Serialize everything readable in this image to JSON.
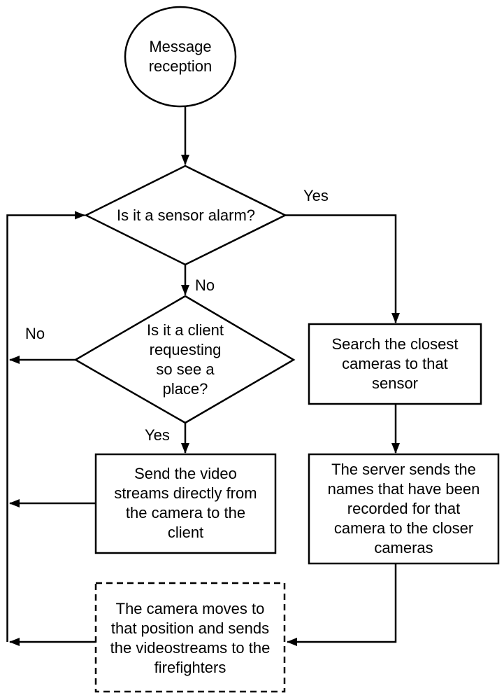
{
  "colors": {
    "line": "#000000",
    "text": "#000000",
    "background": "#ffffff"
  },
  "nodes": {
    "start": {
      "shape": "circle",
      "label": "Message\nreception"
    },
    "sensor_alarm": {
      "shape": "diamond",
      "label": "Is it a sensor alarm?"
    },
    "client_request": {
      "shape": "diamond",
      "label": "Is it a client\nrequesting\nso see a\nplace?"
    },
    "send_video": {
      "shape": "rect",
      "label": "Send the video\nstreams directly from\nthe camera to the\nclient"
    },
    "search_cameras": {
      "shape": "rect",
      "label": "Search the closest\ncameras to that\nsensor"
    },
    "server_sends": {
      "shape": "rect",
      "label": "The server sends the\nnames that have been\nrecorded for that\ncamera to the closer\ncameras"
    },
    "camera_moves": {
      "shape": "rect-dashed",
      "label": "The camera moves to\nthat position and sends\nthe videostreams to the\nfirefighters"
    }
  },
  "edge_labels": {
    "sensor_yes": "Yes",
    "sensor_no": "No",
    "client_no": "No",
    "client_yes": "Yes"
  }
}
